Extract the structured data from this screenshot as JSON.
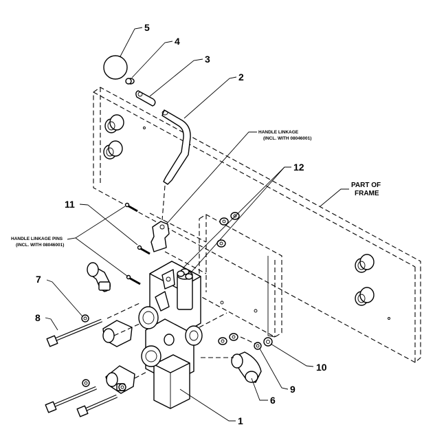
{
  "callouts": {
    "c1": "1",
    "c2": "2",
    "c3": "3",
    "c4": "4",
    "c5": "5",
    "c6": "6",
    "c7": "7",
    "c8": "8",
    "c9": "9",
    "c10": "10",
    "c11": "11",
    "c12": "12"
  },
  "notes": {
    "handle_linkage_line1": "HANDLE LINKAGE",
    "handle_linkage_line2": "(INCL. WITH 08046001)",
    "handle_linkage_pins_line1": "HANDLE LINKAGE PINS",
    "handle_linkage_pins_line2": "(INCL. WITH 08046001)",
    "frame_line1": "PART OF",
    "frame_line2": "FRAME"
  }
}
